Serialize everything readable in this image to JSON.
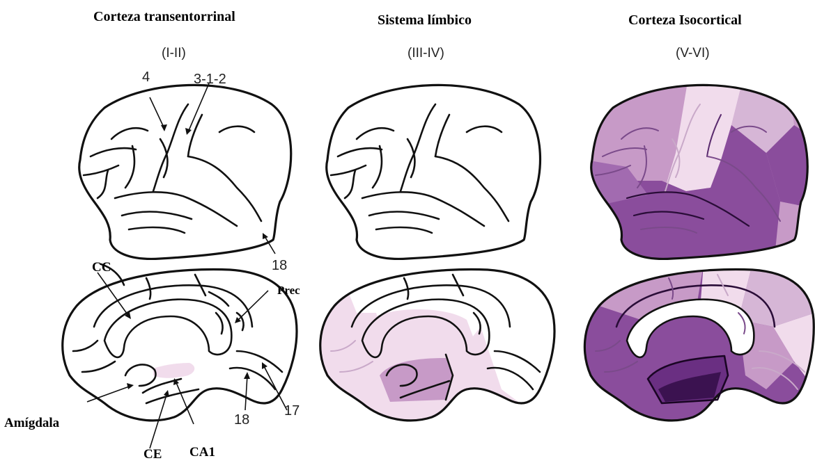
{
  "columns": [
    {
      "title": "Corteza transentorrinal",
      "stage": "(I-II)"
    },
    {
      "title": "Sistema límbico",
      "stage": "(III-IV)"
    },
    {
      "title": "Corteza Isocortical",
      "stage": "(V-VI)"
    }
  ],
  "labels": {
    "area_4": "4",
    "area_312": "3-1-2",
    "area_18_lateral": "18",
    "cc": "CC",
    "prec": "Prec",
    "amigdala": "Amígdala",
    "ce": "CE",
    "ca1": "CA1",
    "area_18_medial": "18",
    "area_17": "17"
  },
  "colors": {
    "outline": "#111111",
    "pale": "#f1dcec",
    "light": "#d6b6d6",
    "medium": "#c79ac7",
    "strong": "#a26bb0",
    "dark": "#8a4d9c",
    "deep": "#6a2f82",
    "darkest": "#3b1250"
  }
}
